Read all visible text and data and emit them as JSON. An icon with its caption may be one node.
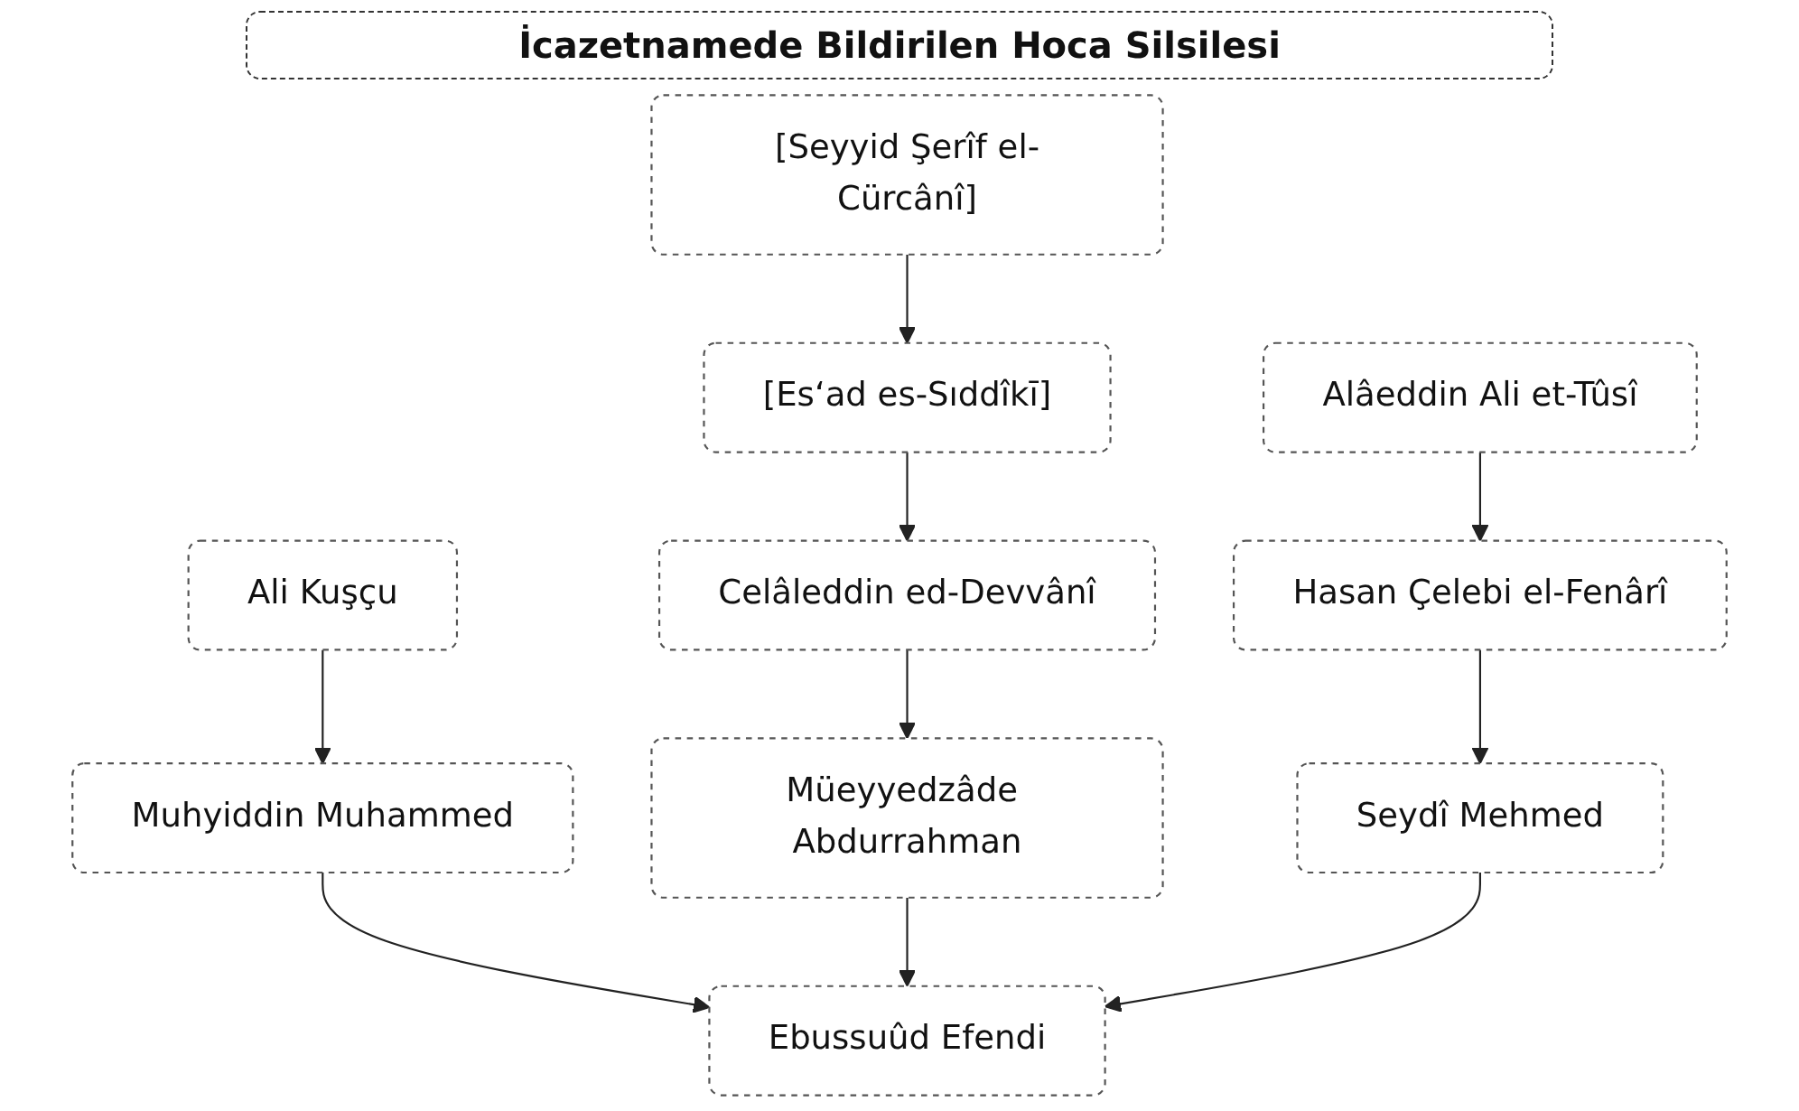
{
  "diagram": {
    "title": "İcazetnamede Bildirilen Hoca Silsilesi",
    "nodes": [
      {
        "text": [
          "[Seyyid Şerîf el-Cürcânî]"
        ]
      },
      {
        "text": [
          "[Es‘ad es-Sıddîkī]"
        ]
      },
      {
        "text": [
          "Alâeddin Ali et-Tûsî"
        ]
      },
      {
        "text": [
          "Ali Kuşçu"
        ]
      },
      {
        "text": [
          "Celâleddin ed-Devvânî"
        ]
      },
      {
        "text": [
          "Hasan Çelebi el-Fenârî"
        ]
      },
      {
        "text": [
          "Muhyiddin Muhammed"
        ]
      },
      {
        "text": [
          "Müeyyedzâde Abdurrahman"
        ]
      },
      {
        "text": [
          "Seydî Mehmed"
        ]
      },
      {
        "text": [
          "Ebussuûd Efendi"
        ]
      }
    ],
    "edges": [
      {
        "from": 0,
        "to": 1,
        "arrow": "to"
      },
      {
        "from": 1,
        "to": 4,
        "arrow": "to"
      },
      {
        "from": 2,
        "to": 5,
        "arrow": "to"
      },
      {
        "from": 3,
        "to": 6,
        "arrow": "to"
      },
      {
        "from": 4,
        "to": 7,
        "arrow": "to"
      },
      {
        "from": 5,
        "to": 8,
        "arrow": "to"
      },
      {
        "from": 6,
        "to": 9,
        "arrow": "to"
      },
      {
        "from": 7,
        "to": 9,
        "arrow": "to"
      },
      {
        "from": 8,
        "to": 9,
        "arrow": "to"
      }
    ]
  }
}
